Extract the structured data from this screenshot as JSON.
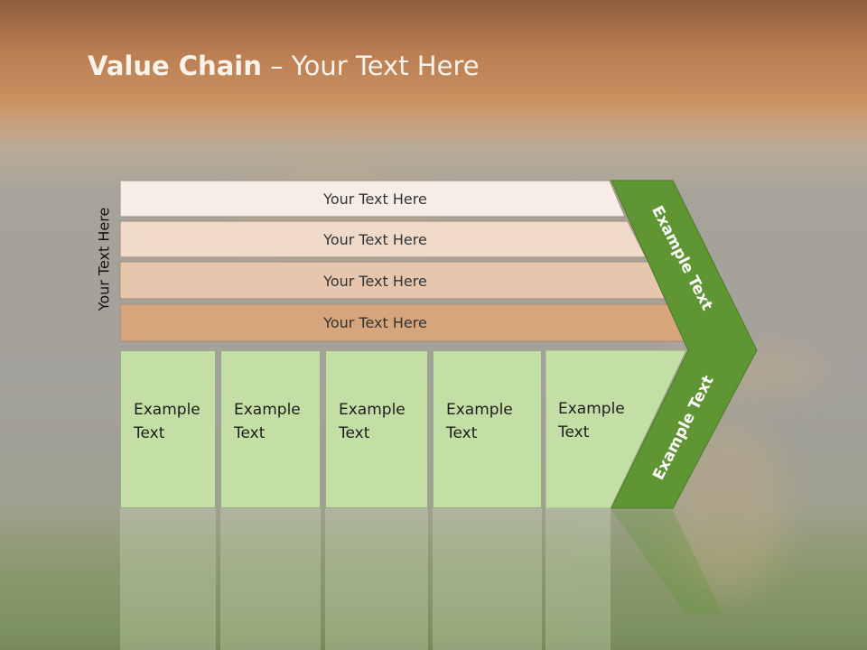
{
  "slide": {
    "title_bold": "Value Chain",
    "title_rest": " – Your Text Here",
    "vertical_label": "Your Text Here"
  },
  "bars": [
    {
      "label": "Your Text Here",
      "color": "#f5ede6"
    },
    {
      "label": "Your Text Here",
      "color": "#efd9c8"
    },
    {
      "label": "Your Text Here",
      "color": "#e6c6ac"
    },
    {
      "label": "Your Text Here",
      "color": "#d6a57c"
    }
  ],
  "boxes": [
    {
      "line1": "Example",
      "line2": "Text"
    },
    {
      "line1": "Example",
      "line2": "Text"
    },
    {
      "line1": "Example",
      "line2": "Text"
    },
    {
      "line1": "Example",
      "line2": "Text"
    },
    {
      "line1": "Example",
      "line2": "Text"
    }
  ],
  "chevron": {
    "upper_label": "Example Text",
    "lower_label": "Example Text",
    "color": "#5f9633"
  }
}
